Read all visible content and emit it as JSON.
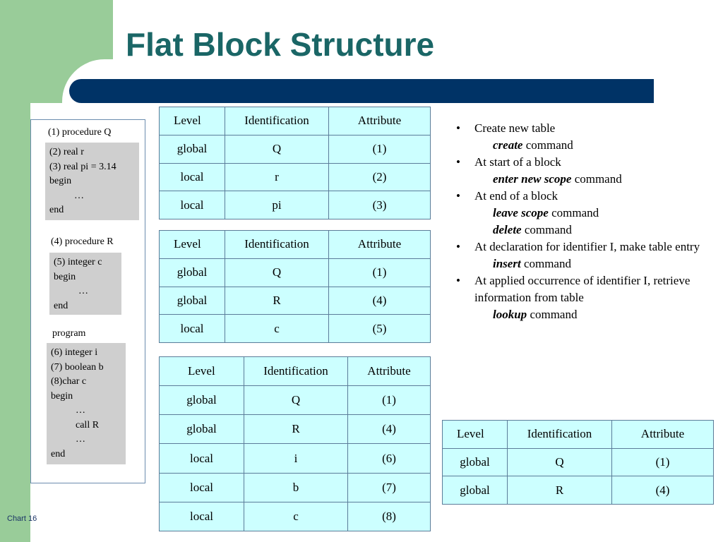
{
  "title": "Flat Block Structure",
  "footer": "Chart 16",
  "code": {
    "procedure_q": "(1) procedure Q",
    "block1": [
      "(2) real r",
      "(3) real pi = 3.14",
      "begin",
      "          …",
      "end"
    ],
    "procedure_r": "(4) procedure R",
    "block2": [
      "(5) integer c",
      "begin",
      "          …",
      "end"
    ],
    "program": "program",
    "block3": [
      "(6) integer i",
      "(7) boolean b",
      "(8)char c",
      "begin",
      "          …",
      "          call R",
      "          …",
      "end"
    ]
  },
  "columns": [
    "Level",
    "Identification",
    "Attribute"
  ],
  "tables": [
    {
      "rows": [
        [
          "global",
          "Q",
          "(1)"
        ],
        [
          "local",
          "r",
          "(2)"
        ],
        [
          "local",
          "pi",
          "(3)"
        ]
      ]
    },
    {
      "rows": [
        [
          "global",
          "Q",
          "(1)"
        ],
        [
          "global",
          "R",
          "(4)"
        ],
        [
          "local",
          "c",
          "(5)"
        ]
      ]
    },
    {
      "rows": [
        [
          "global",
          "Q",
          "(1)"
        ],
        [
          "global",
          "R",
          "(4)"
        ],
        [
          "local",
          "i",
          "(6)"
        ],
        [
          "local",
          "b",
          "(7)"
        ],
        [
          "local",
          "c",
          "(8)"
        ]
      ]
    },
    {
      "rows": [
        [
          "global",
          "Q",
          "(1)"
        ],
        [
          "global",
          "R",
          "(4)"
        ]
      ]
    }
  ],
  "bullets": [
    {
      "text": "Create new table",
      "subs": [
        {
          "keyword": "create",
          "rest": " command"
        }
      ]
    },
    {
      "text": "At start of a block",
      "subs": [
        {
          "keyword": "enter new scope",
          "rest": " command"
        }
      ]
    },
    {
      "text": "At end of a block",
      "subs": [
        {
          "keyword": "leave scope",
          "rest": " command"
        },
        {
          "keyword": "delete",
          "rest": " command"
        }
      ]
    },
    {
      "text": "At declaration for identifier I, make table entry",
      "subs": [
        {
          "keyword": "insert",
          "rest": " command"
        }
      ]
    },
    {
      "text": "At applied occurrence of identifier I, retrieve information from table",
      "subs": [
        {
          "keyword": "lookup",
          "rest": " command"
        }
      ]
    }
  ]
}
